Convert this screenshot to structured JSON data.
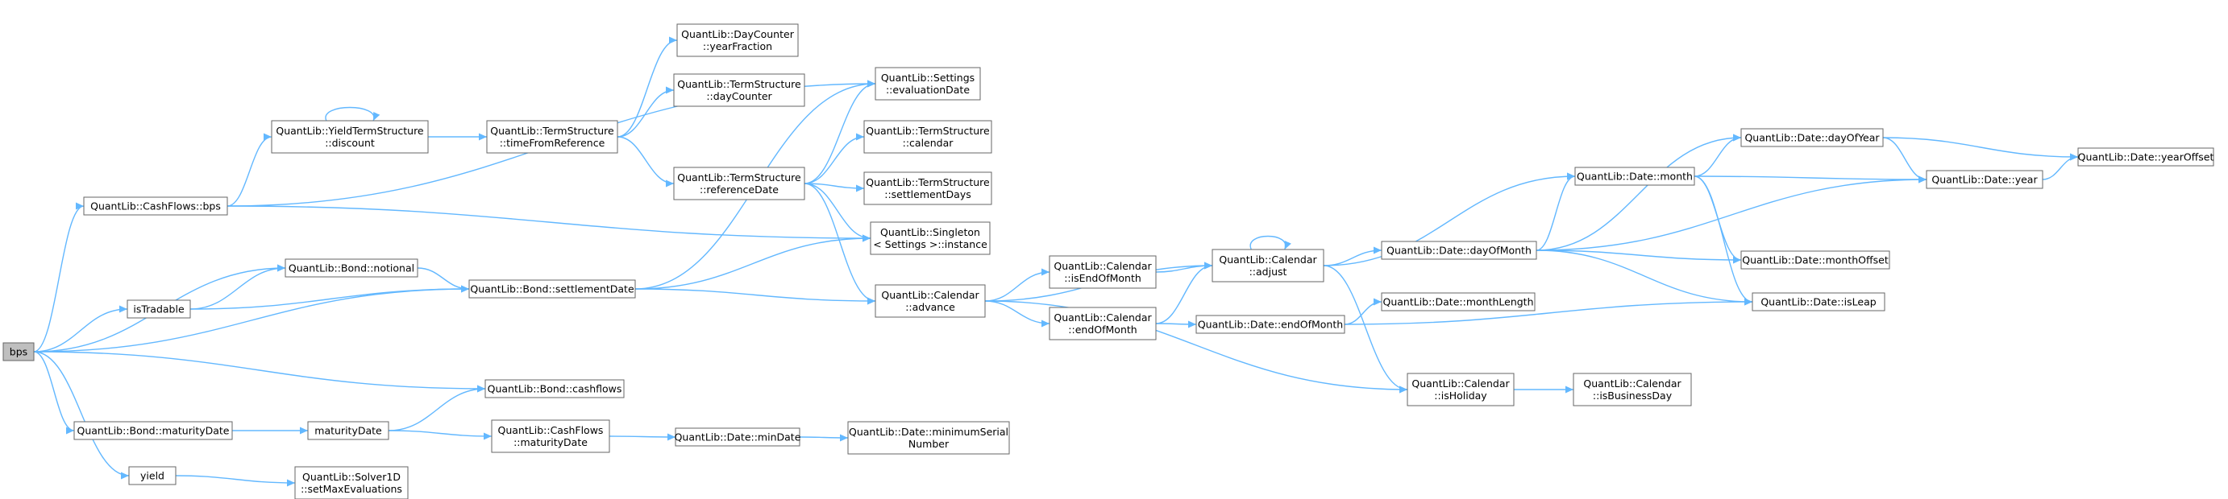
{
  "graph": {
    "nodes": [
      {
        "id": "bps",
        "lines": [
          "bps"
        ],
        "root": true
      },
      {
        "id": "cf_bps",
        "lines": [
          "QuantLib::CashFlows::bps"
        ]
      },
      {
        "id": "istradable",
        "lines": [
          "isTradable"
        ]
      },
      {
        "id": "bond_maturity",
        "lines": [
          "QuantLib::Bond::maturityDate"
        ]
      },
      {
        "id": "yield",
        "lines": [
          "yield"
        ]
      },
      {
        "id": "yts_discount",
        "lines": [
          "QuantLib::YieldTermStructure",
          "::discount"
        ]
      },
      {
        "id": "bond_notional",
        "lines": [
          "QuantLib::Bond::notional"
        ]
      },
      {
        "id": "maturitydate",
        "lines": [
          "maturityDate"
        ]
      },
      {
        "id": "solver",
        "lines": [
          "QuantLib::Solver1D",
          "::setMaxEvaluations"
        ]
      },
      {
        "id": "ts_tfr",
        "lines": [
          "QuantLib::TermStructure",
          "::timeFromReference"
        ]
      },
      {
        "id": "bond_settle",
        "lines": [
          "QuantLib::Bond::settlementDate"
        ]
      },
      {
        "id": "bond_cashflows",
        "lines": [
          "QuantLib::Bond::cashflows"
        ]
      },
      {
        "id": "cf_maturity",
        "lines": [
          "QuantLib::CashFlows",
          "::maturityDate"
        ]
      },
      {
        "id": "dc_yf",
        "lines": [
          "QuantLib::DayCounter",
          "::yearFraction"
        ]
      },
      {
        "id": "ts_dc",
        "lines": [
          "QuantLib::TermStructure",
          "::dayCounter"
        ]
      },
      {
        "id": "ts_ref",
        "lines": [
          "QuantLib::TermStructure",
          "::referenceDate"
        ]
      },
      {
        "id": "date_min",
        "lines": [
          "QuantLib::Date::minDate"
        ]
      },
      {
        "id": "settings_eval",
        "lines": [
          "QuantLib::Settings",
          "::evaluationDate"
        ]
      },
      {
        "id": "ts_cal",
        "lines": [
          "QuantLib::TermStructure",
          "::calendar"
        ]
      },
      {
        "id": "ts_sd",
        "lines": [
          "QuantLib::TermStructure",
          "::settlementDays"
        ]
      },
      {
        "id": "singleton",
        "lines": [
          "QuantLib::Singleton",
          "< Settings >::instance"
        ]
      },
      {
        "id": "cal_advance",
        "lines": [
          "QuantLib::Calendar",
          "::advance"
        ]
      },
      {
        "id": "date_minserial",
        "lines": [
          "QuantLib::Date::minimumSerial",
          "Number"
        ]
      },
      {
        "id": "cal_iseom",
        "lines": [
          "QuantLib::Calendar",
          "::isEndOfMonth"
        ]
      },
      {
        "id": "cal_eom",
        "lines": [
          "QuantLib::Calendar",
          "::endOfMonth"
        ]
      },
      {
        "id": "cal_adjust",
        "lines": [
          "QuantLib::Calendar",
          "::adjust"
        ]
      },
      {
        "id": "date_eom",
        "lines": [
          "QuantLib::Date::endOfMonth"
        ]
      },
      {
        "id": "date_month",
        "lines": [
          "QuantLib::Date::month"
        ]
      },
      {
        "id": "date_dom",
        "lines": [
          "QuantLib::Date::dayOfMonth"
        ]
      },
      {
        "id": "date_monthlength",
        "lines": [
          "QuantLib::Date::monthLength"
        ]
      },
      {
        "id": "cal_isholiday",
        "lines": [
          "QuantLib::Calendar",
          "::isHoliday"
        ]
      },
      {
        "id": "date_doy",
        "lines": [
          "QuantLib::Date::dayOfYear"
        ]
      },
      {
        "id": "date_monthoffset",
        "lines": [
          "QuantLib::Date::monthOffset"
        ]
      },
      {
        "id": "date_isleap",
        "lines": [
          "QuantLib::Date::isLeap"
        ]
      },
      {
        "id": "cal_isbd",
        "lines": [
          "QuantLib::Calendar",
          "::isBusinessDay"
        ]
      },
      {
        "id": "date_year",
        "lines": [
          "QuantLib::Date::year"
        ]
      },
      {
        "id": "date_yearoffset",
        "lines": [
          "QuantLib::Date::yearOffset"
        ]
      }
    ],
    "edges": [
      [
        "bps",
        "cf_bps"
      ],
      [
        "bps",
        "bond_notional"
      ],
      [
        "bps",
        "istradable"
      ],
      [
        "bps",
        "bond_settle"
      ],
      [
        "bps",
        "bond_cashflows"
      ],
      [
        "bps",
        "bond_maturity"
      ],
      [
        "bps",
        "yield"
      ],
      [
        "cf_bps",
        "yts_discount"
      ],
      [
        "cf_bps",
        "settings_eval"
      ],
      [
        "cf_bps",
        "singleton"
      ],
      [
        "yts_discount",
        "yts_discount"
      ],
      [
        "yts_discount",
        "ts_tfr"
      ],
      [
        "ts_tfr",
        "dc_yf"
      ],
      [
        "ts_tfr",
        "ts_dc"
      ],
      [
        "ts_tfr",
        "ts_ref"
      ],
      [
        "istradable",
        "bond_notional"
      ],
      [
        "istradable",
        "bond_settle"
      ],
      [
        "bond_notional",
        "bond_settle"
      ],
      [
        "bond_settle",
        "settings_eval"
      ],
      [
        "bond_settle",
        "singleton"
      ],
      [
        "bond_settle",
        "cal_advance"
      ],
      [
        "ts_ref",
        "settings_eval"
      ],
      [
        "ts_ref",
        "ts_cal"
      ],
      [
        "ts_ref",
        "ts_sd"
      ],
      [
        "ts_ref",
        "singleton"
      ],
      [
        "ts_ref",
        "cal_advance"
      ],
      [
        "cal_advance",
        "cal_iseom"
      ],
      [
        "cal_advance",
        "cal_eom"
      ],
      [
        "cal_advance",
        "cal_adjust"
      ],
      [
        "cal_advance",
        "cal_isholiday"
      ],
      [
        "cal_iseom",
        "cal_adjust"
      ],
      [
        "cal_eom",
        "cal_adjust"
      ],
      [
        "cal_eom",
        "date_eom"
      ],
      [
        "cal_adjust",
        "cal_adjust"
      ],
      [
        "cal_adjust",
        "date_dom"
      ],
      [
        "cal_adjust",
        "date_month"
      ],
      [
        "cal_adjust",
        "cal_isholiday"
      ],
      [
        "date_eom",
        "date_monthlength"
      ],
      [
        "date_eom",
        "date_isleap"
      ],
      [
        "date_dom",
        "date_doy"
      ],
      [
        "date_dom",
        "date_month"
      ],
      [
        "date_dom",
        "date_monthoffset"
      ],
      [
        "date_dom",
        "date_year"
      ],
      [
        "date_dom",
        "date_isleap"
      ],
      [
        "date_month",
        "date_doy"
      ],
      [
        "date_month",
        "date_monthoffset"
      ],
      [
        "date_month",
        "date_year"
      ],
      [
        "date_month",
        "date_isleap"
      ],
      [
        "date_doy",
        "date_year"
      ],
      [
        "date_doy",
        "date_yearoffset"
      ],
      [
        "date_year",
        "date_yearoffset"
      ],
      [
        "cal_isholiday",
        "cal_isbd"
      ],
      [
        "bond_maturity",
        "maturitydate"
      ],
      [
        "maturitydate",
        "bond_cashflows"
      ],
      [
        "maturitydate",
        "cf_maturity"
      ],
      [
        "cf_maturity",
        "date_min"
      ],
      [
        "date_min",
        "date_minserial"
      ],
      [
        "yield",
        "solver"
      ]
    ]
  }
}
